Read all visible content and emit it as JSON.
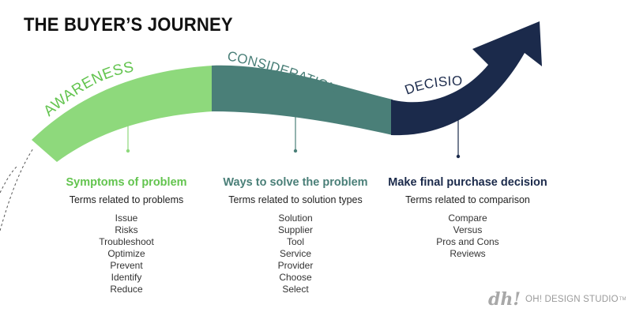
{
  "title": "THE BUYER’S JOURNEY",
  "colors": {
    "awareness": "#8ed97c",
    "awareness_text": "#63c44f",
    "consideration": "#4a7f78",
    "decision": "#1b2a4b",
    "dashed": "#555555"
  },
  "stages": [
    {
      "id": "awareness",
      "label": "AWARENESS",
      "heading": "Symptoms of problem",
      "subheading": "Terms related to problems",
      "terms": [
        "Issue",
        "Risks",
        "Troubleshoot",
        "Optimize",
        "Prevent",
        "Identify",
        "Reduce"
      ]
    },
    {
      "id": "consideration",
      "label": "CONSIDERATION",
      "heading": "Ways to solve the problem",
      "subheading": "Terms related to solution types",
      "terms": [
        "Solution",
        "Supplier",
        "Tool",
        "Service",
        "Provider",
        "Choose",
        "Select"
      ]
    },
    {
      "id": "decision",
      "label": "DECISION",
      "heading": "Make final purchase decision",
      "subheading": "Terms related to comparison",
      "terms": [
        "Compare",
        "Versus",
        "Pros and Cons",
        "Reviews"
      ]
    }
  ],
  "logo": {
    "mark": "dh!",
    "text": "OH! DESIGN STUDIO",
    "trademark": "TM"
  }
}
